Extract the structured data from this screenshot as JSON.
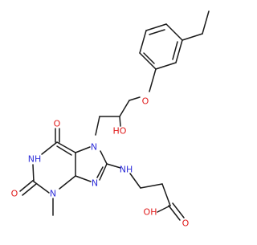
{
  "molecule": {
    "atom_labels": {
      "n7": "N",
      "n9": "N",
      "n1h": "NH",
      "n3": "N",
      "o6": "O",
      "o2": "O",
      "nh_amine": "NH",
      "oh_side": "HO",
      "ether_o": "O",
      "acid_oh": "OH",
      "acid_o": "O"
    },
    "colors": {
      "bond": "#1a1a1a",
      "nitrogen": "#2d2dd9",
      "oxygen": "#e01b1b"
    }
  }
}
